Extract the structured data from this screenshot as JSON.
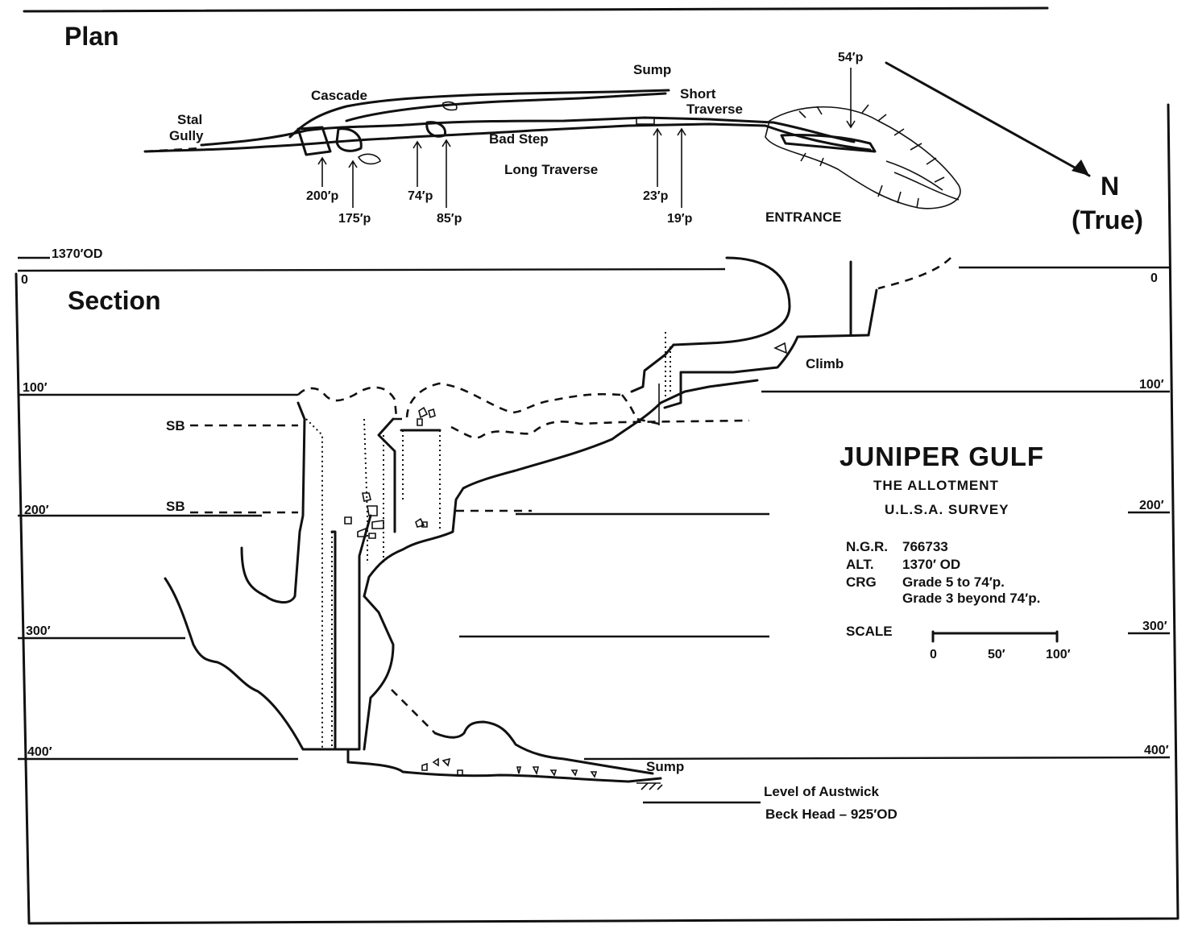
{
  "plan": {
    "heading": "Plan",
    "labels": {
      "stal_gully_1": "Stal",
      "stal_gully_2": "Gully",
      "cascade": "Cascade",
      "sump": "Sump",
      "short_traverse_1": "Short",
      "short_traverse_2": "Traverse",
      "bad_step": "Bad Step",
      "long_traverse": "Long Traverse",
      "entrance": "ENTRANCE"
    },
    "pitches": {
      "p54": "54′p",
      "p200": "200′p",
      "p175": "175′p",
      "p74": "74′p",
      "p85": "85′p",
      "p23": "23′p",
      "p19": "19′p"
    },
    "north": {
      "letter": "N",
      "note": "(True)"
    },
    "datum": "1370′OD"
  },
  "section": {
    "heading": "Section",
    "depths_left": [
      "0",
      "100′",
      "200′",
      "300′",
      "400′"
    ],
    "depths_right": [
      "0",
      "100′",
      "200′",
      "300′",
      "400′"
    ],
    "labels": {
      "climb": "Climb",
      "sb_1": "SB",
      "sb_2": "SB",
      "sump": "Sump",
      "level_1": "Level of Austwick",
      "level_2": "Beck Head – 925′OD"
    }
  },
  "legend": {
    "title": "JUNIPER GULF",
    "subtitle": "THE ALLOTMENT",
    "survey": "U.L.S.A. SURVEY",
    "rows": [
      {
        "key": "N.G.R.",
        "value": "766733"
      },
      {
        "key": "ALT.",
        "value": "1370′ OD"
      },
      {
        "key": "CRG",
        "value": "Grade 5 to 74′p."
      },
      {
        "key": "",
        "value": "Grade 3 beyond 74′p."
      }
    ],
    "scale_label": "SCALE",
    "scale_ticks": [
      "0",
      "50′",
      "100′"
    ]
  }
}
